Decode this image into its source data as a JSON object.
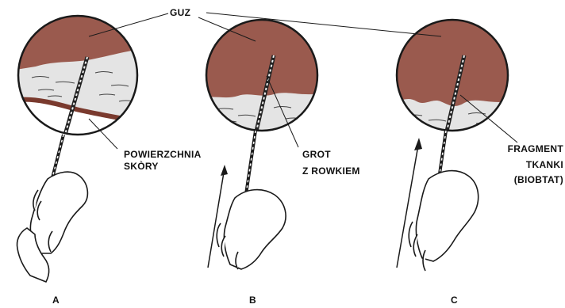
{
  "labels": {
    "guz": "GUZ",
    "skin_surface_line1": "POWIERZCHNIA",
    "skin_surface_line2": "SKÒRY",
    "tip_line1": "GROT",
    "tip_line2": "Z ROWKIEM",
    "fragment_line1": "FRAGMENT",
    "fragment_line2": "TKANKI",
    "fragment_line3": "(BIOBTAT)"
  },
  "panels": [
    "A",
    "B",
    "C"
  ],
  "colors": {
    "tumor": "#9a5a4e",
    "tissue": "#e4e4e4",
    "skin_line": "#7a3a2e",
    "ink": "#1a1a1a"
  }
}
